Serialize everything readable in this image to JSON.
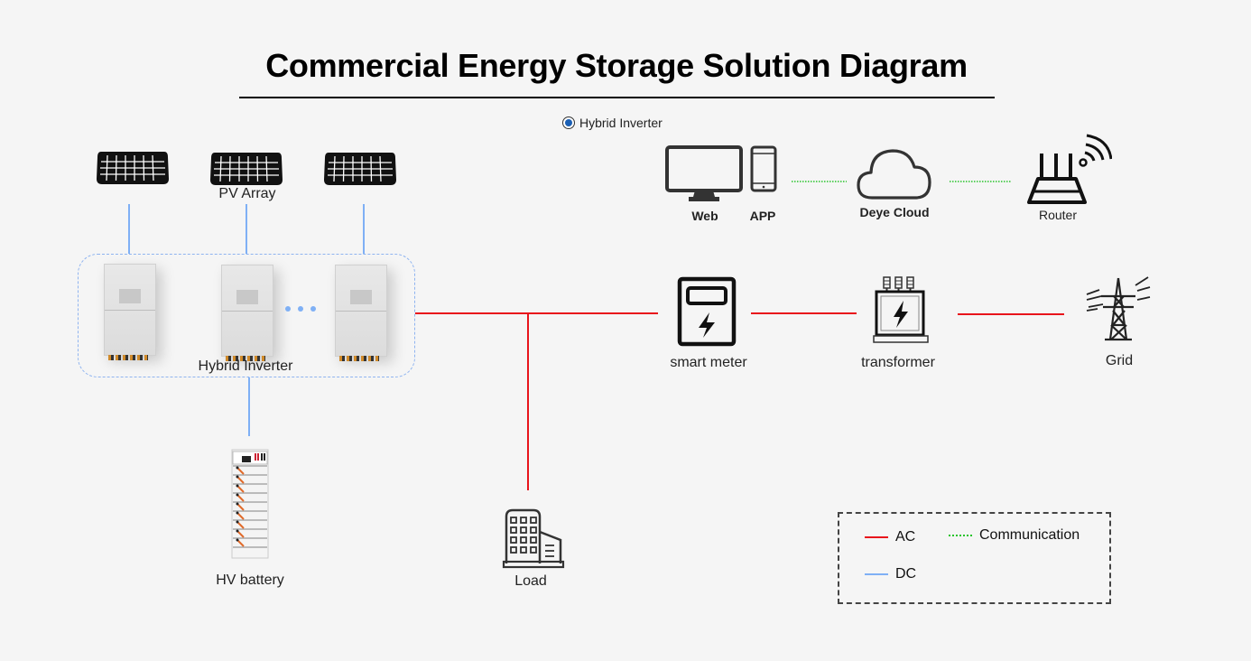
{
  "title": "Commercial Energy Storage Solution Diagram",
  "selector": {
    "label": "Hybrid Inverter",
    "selected": true
  },
  "nodes": {
    "pv_array": {
      "label": "PV Array",
      "count": 3
    },
    "hybrid_inverter": {
      "label": "Hybrid Inverter",
      "count": 3
    },
    "hv_battery": {
      "label": "HV battery"
    },
    "load": {
      "label": "Load"
    },
    "smart_meter": {
      "label": "smart meter"
    },
    "transformer": {
      "label": "transformer"
    },
    "grid": {
      "label": "Grid"
    },
    "web": {
      "label": "Web"
    },
    "app": {
      "label": "APP"
    },
    "cloud": {
      "label": "Deye Cloud"
    },
    "router": {
      "label": "Router"
    }
  },
  "connections": [
    {
      "from": "pv_array",
      "to": "hybrid_inverter",
      "type": "DC"
    },
    {
      "from": "hybrid_inverter",
      "to": "hv_battery",
      "type": "DC"
    },
    {
      "from": "hybrid_inverter",
      "to": "smart_meter",
      "type": "AC"
    },
    {
      "from": "hybrid_inverter",
      "to": "load",
      "type": "AC"
    },
    {
      "from": "smart_meter",
      "to": "transformer",
      "type": "AC"
    },
    {
      "from": "transformer",
      "to": "grid",
      "type": "AC"
    },
    {
      "from": "web",
      "to": "cloud",
      "type": "Communication"
    },
    {
      "from": "cloud",
      "to": "router",
      "type": "Communication"
    }
  ],
  "legend": {
    "items": [
      {
        "label": "AC",
        "color": "#e8141b",
        "style": "solid"
      },
      {
        "label": "Communication",
        "color": "#27c42b",
        "style": "dotted"
      },
      {
        "label": "DC",
        "color": "#7fb0f5",
        "style": "solid"
      }
    ]
  },
  "colors": {
    "ac": "#e8141b",
    "dc": "#7fb0f5",
    "comm": "#27c42b",
    "accent": "#1a5fb4"
  }
}
